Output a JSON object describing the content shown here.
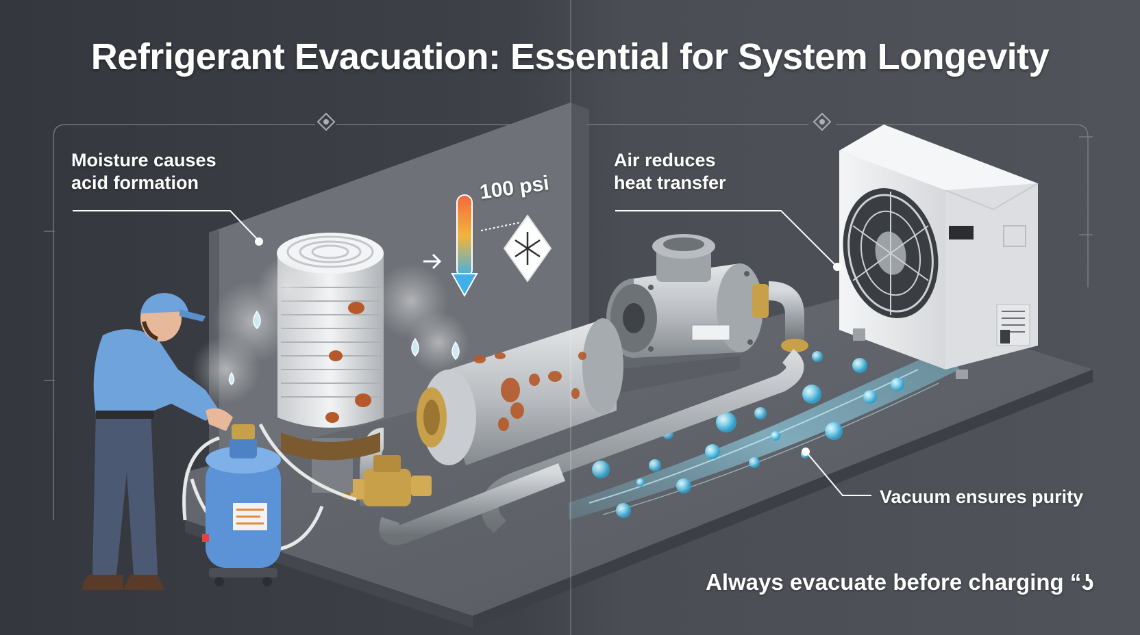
{
  "title": "Refrigerant Evacuation: Essential for System Longevity",
  "callouts": {
    "moisture_line1": "Moisture causes",
    "moisture_line2": "acid formation",
    "air_line1": "Air reduces",
    "air_line2": "heat transfer",
    "vacuum": "Vacuum ensures purity"
  },
  "pressure_reading": "100 psi",
  "footer": "Always evacuate before charging “ʖ",
  "colors": {
    "background_left": "#34383e",
    "background_right": "#50545a",
    "shirt": "#6fa3dc",
    "tank": "#5b93d6",
    "rust": "#b5592a",
    "brass": "#c9a04a",
    "vacuum_stream": "#7fd6f0",
    "thermo_hot": "#f06a3c",
    "thermo_cold": "#3fb0e8"
  },
  "icons": [
    "technician-figure",
    "vacuum-pump-icon",
    "filter-drier-icon",
    "thermometer-icon",
    "snowflake-icon",
    "compressor-icon",
    "condenser-unit-icon",
    "fan-icon"
  ]
}
